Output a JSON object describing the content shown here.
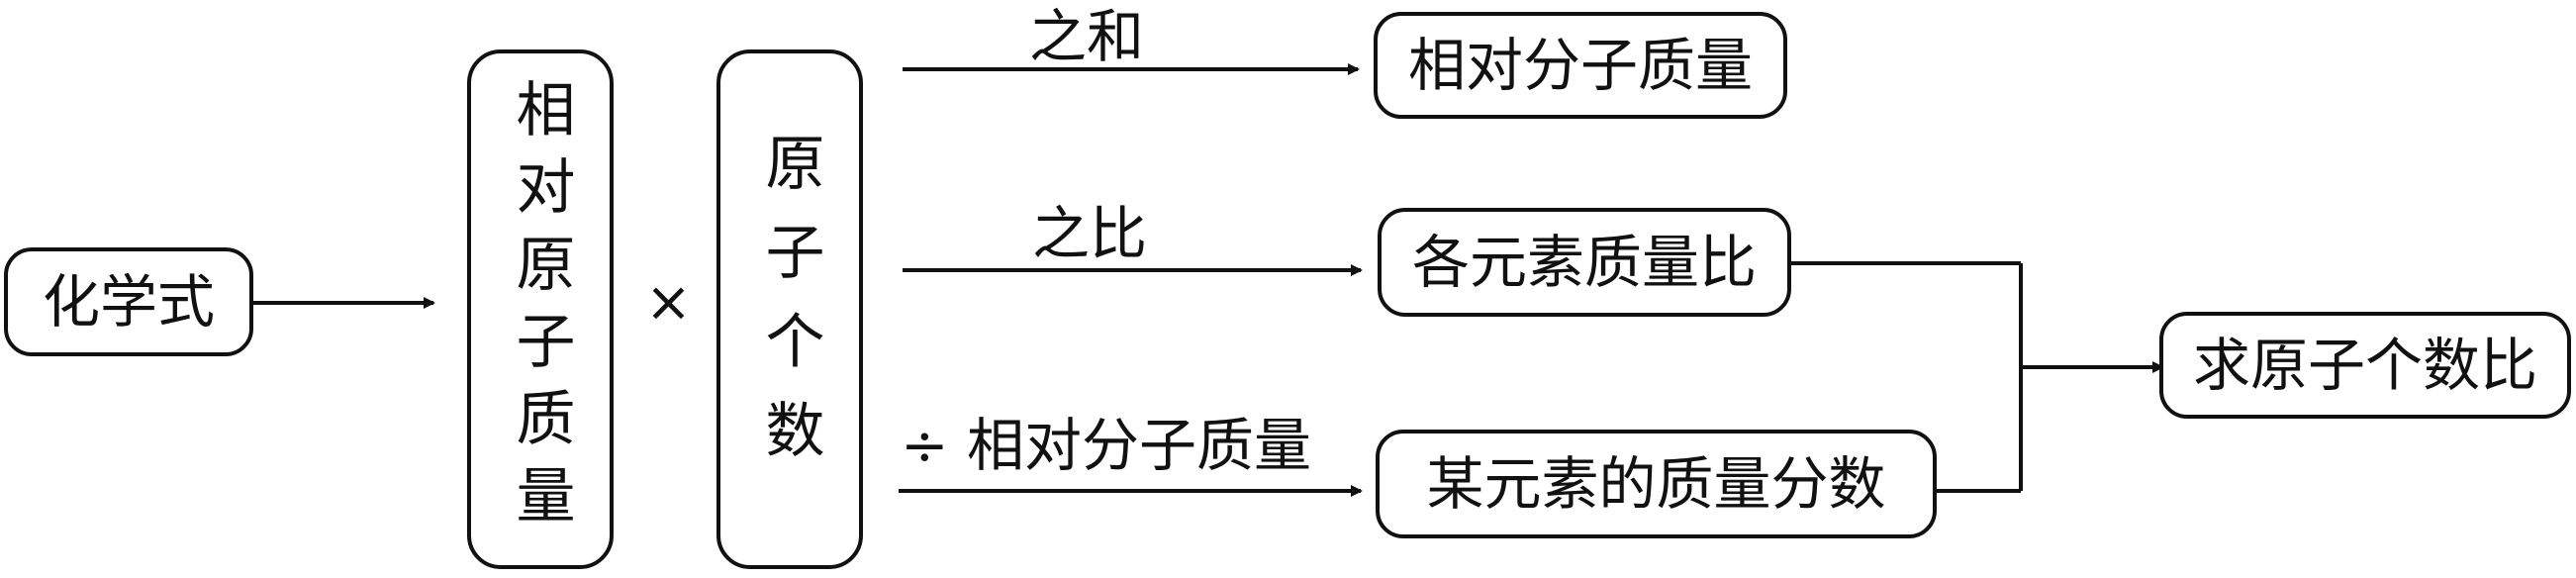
{
  "diagram": {
    "source_node": "化学式",
    "factor_left": "相对原子质量",
    "operator": "×",
    "factor_right": "原子个数",
    "edges": {
      "sum": "之和",
      "ratio": "之比",
      "divide": "÷ 相对分子质量"
    },
    "results": {
      "relative_molecular_mass": "相对分子质量",
      "element_mass_ratio": "各元素质量比",
      "element_mass_fraction": "某元素的质量分数",
      "atom_count_ratio": "求原子个数比"
    },
    "colors": {
      "line": "#111111",
      "background": "#ffffff"
    }
  }
}
